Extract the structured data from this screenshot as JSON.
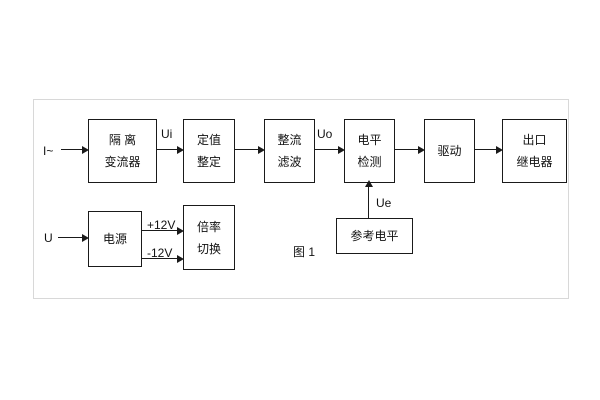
{
  "figure": {
    "caption": "图 1",
    "labels": {
      "input_current": "I~",
      "ui": "Ui",
      "uo": "Uo",
      "ue": "Ue",
      "input_voltage": "U",
      "plus12v": "+12V",
      "minus12v": "-12V"
    },
    "blocks": {
      "isolation": {
        "line1": "隔 离",
        "line2": "变流器"
      },
      "setting": {
        "line1": "定值",
        "line2": "整定"
      },
      "rectifier": {
        "line1": "整流",
        "line2": "滤波"
      },
      "level_detect": {
        "line1": "电平",
        "line2": "检测"
      },
      "drive": {
        "line1": "驱动"
      },
      "output_relay": {
        "line1": "出口",
        "line2": "继电器"
      },
      "power": {
        "line1": "电源"
      },
      "ratio_switch": {
        "line1": "倍率",
        "line2": "切换"
      },
      "reference_level": {
        "line1": "参考电平"
      }
    }
  }
}
